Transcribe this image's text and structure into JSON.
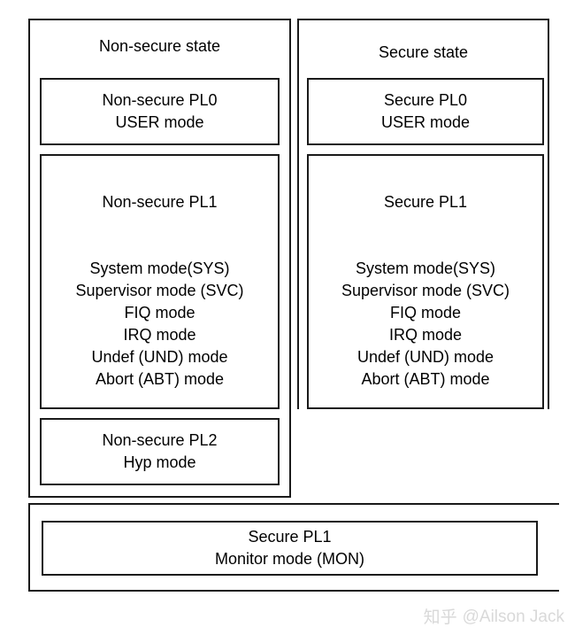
{
  "diagram": {
    "nonsecure_panel": {
      "title": "Non-secure state",
      "pl0": {
        "heading": "Non-secure PL0",
        "subheading": "USER mode"
      },
      "pl1": {
        "heading": "Non-secure PL1",
        "modes": [
          "System mode(SYS)",
          "Supervisor mode (SVC)",
          "FIQ mode",
          "IRQ mode",
          "Undef (UND) mode",
          "Abort (ABT) mode"
        ]
      },
      "pl2": {
        "heading": "Non-secure PL2",
        "subheading": "Hyp mode"
      }
    },
    "secure_panel": {
      "title": "Secure state",
      "pl0": {
        "heading": "Secure PL0",
        "subheading": "USER mode"
      },
      "pl1": {
        "heading": "Secure PL1",
        "modes": [
          "System mode(SYS)",
          "Supervisor mode (SVC)",
          "FIQ mode",
          "IRQ mode",
          "Undef (UND) mode",
          "Abort (ABT) mode"
        ]
      }
    },
    "monitor_frame": {
      "heading": "Secure PL1",
      "subheading": "Monitor mode (MON)"
    }
  },
  "watermark": {
    "logo": "知乎",
    "handle": "@Ailson Jack"
  },
  "colors": {
    "stroke": "#1a1a1a",
    "background": "#ffffff",
    "watermark": "#d9d9d9"
  }
}
